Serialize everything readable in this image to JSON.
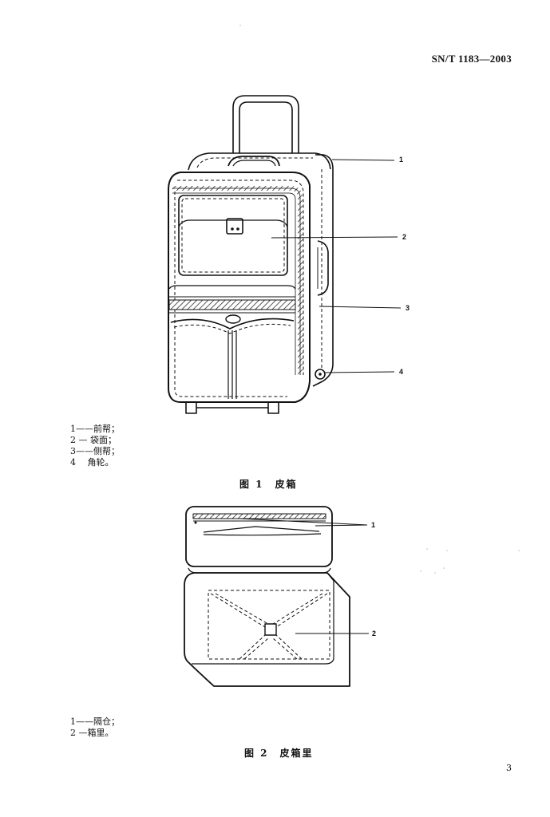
{
  "header": {
    "standard_code": "SN/T 1183—2003"
  },
  "figure1": {
    "callouts": [
      "1",
      "2",
      "3",
      "4"
    ],
    "legend": [
      "1——前帮；",
      "2 — 袋面；",
      "3——侧帮；",
      "4 　角轮。"
    ],
    "caption": "图 1　皮箱"
  },
  "figure2": {
    "callouts": [
      "1",
      "2"
    ],
    "legend": [
      "1——隔仓；",
      "2 —箱里。"
    ],
    "caption": "图 2　皮箱里"
  },
  "footer": {
    "page_number": "3"
  }
}
